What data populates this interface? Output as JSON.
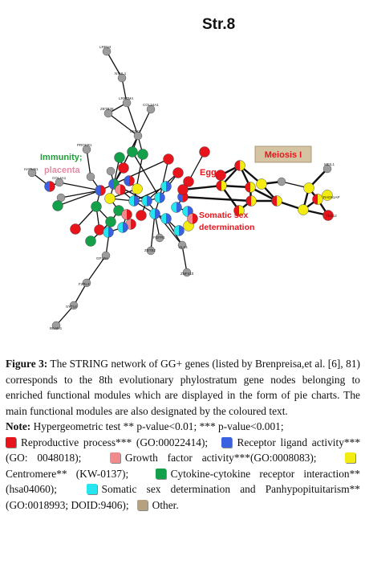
{
  "figure": {
    "panel_title": "Str.8",
    "annotations": {
      "immunity": "Immunity;",
      "placenta": "placenta",
      "egg": "Egg",
      "somatic_sex": "Somatic sex",
      "determination": "determination",
      "meiosis": "Meiosis I"
    },
    "node_labels": {
      "lrfn": "LRFN4",
      "nthl": "NTHL1",
      "lrrtm": "LRRTM4",
      "zbtb38": "ZBTB38",
      "col24": "COL24A1",
      "cmh": "CMH3",
      "prokr": "PROKR1",
      "hapln": "HAPLN1",
      "col4": "COL4A1",
      "gp1ba": "GP1BA",
      "f2rl3": "F2RL3",
      "syt14": "SYT14",
      "beam": "BEAM1",
      "alx": "ALX1",
      "znf": "ZNF410",
      "zbtb2": "ZBTB2",
      "fgfr1": "FGFR1",
      "melt": "MEIL1",
      "rad": "RAD51AP",
      "tex": "TEX12"
    },
    "colors": {
      "reproductive": "#e8141b",
      "receptor_ligand": "#3a62e0",
      "growth_factor": "#f08a8f",
      "centromere": "#f4ec10",
      "cytokine": "#14a04a",
      "somatic": "#25e6f0",
      "other": "#b6a17f",
      "gray_node": "#9c9c9c",
      "edge": "#111111",
      "immunity_text": "#1f9e3a",
      "placenta_text": "#e48aa3",
      "egg_text": "#e8141b",
      "somatic_text": "#e8141b"
    }
  },
  "caption": {
    "label": "Figure 3:",
    "text": " The STRING network of GG+ genes (listed by Brenpreisa,et al. [6], 81) corresponds to the 8th evolutionary phylostratum gene nodes belonging to enriched functional modules which are displayed in the form of pie charts. The main functional modules are also designated by the coloured text.",
    "note_label": "Note:",
    "note_text": "  Hypergeometric test ** p-value<0.01; *** p-value<0.001;",
    "legend": [
      {
        "color_key": "reproductive",
        "text": "Reproductive process*** (GO:00022414);"
      },
      {
        "color_key": "receptor_ligand",
        "text": "Receptor ligand activity*** (GO: 0048018);"
      },
      {
        "color_key": "growth_factor",
        "text": "Growth factor activity***(GO:0008083);"
      },
      {
        "color_key": "centromere",
        "text": "Centromere** (KW-0137);"
      },
      {
        "color_key": "cytokine",
        "text": "Cytokine-cytokine receptor interaction** (hsa04060);"
      },
      {
        "color_key": "somatic",
        "text": "Somatic sex determination and Panhypopituitarism** (GO:0018993; DOID:9406);"
      },
      {
        "color_key": "other",
        "text": "Other."
      }
    ]
  }
}
